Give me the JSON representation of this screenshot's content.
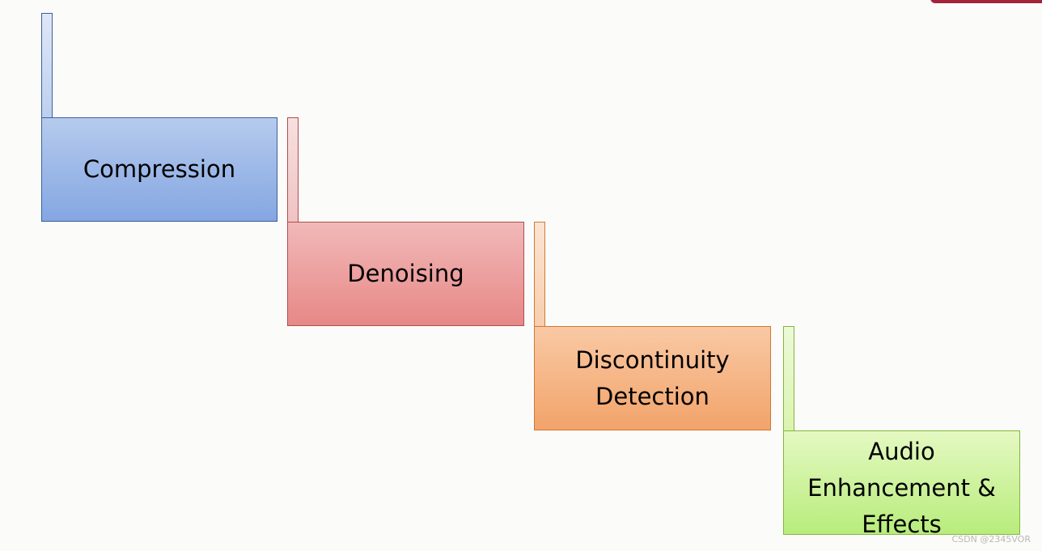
{
  "steps": [
    {
      "label": "Compression",
      "color": "#84a6e2"
    },
    {
      "label": "Denoising",
      "color": "#e78887"
    },
    {
      "label": "Discontinuity\nDetection",
      "color": "#f2a36a"
    },
    {
      "label": "Audio\nEnhancement &\nEffects",
      "color": "#b8ec7c"
    }
  ],
  "watermark": "CSDN @2345VOR",
  "accent_color": "#a3243a"
}
